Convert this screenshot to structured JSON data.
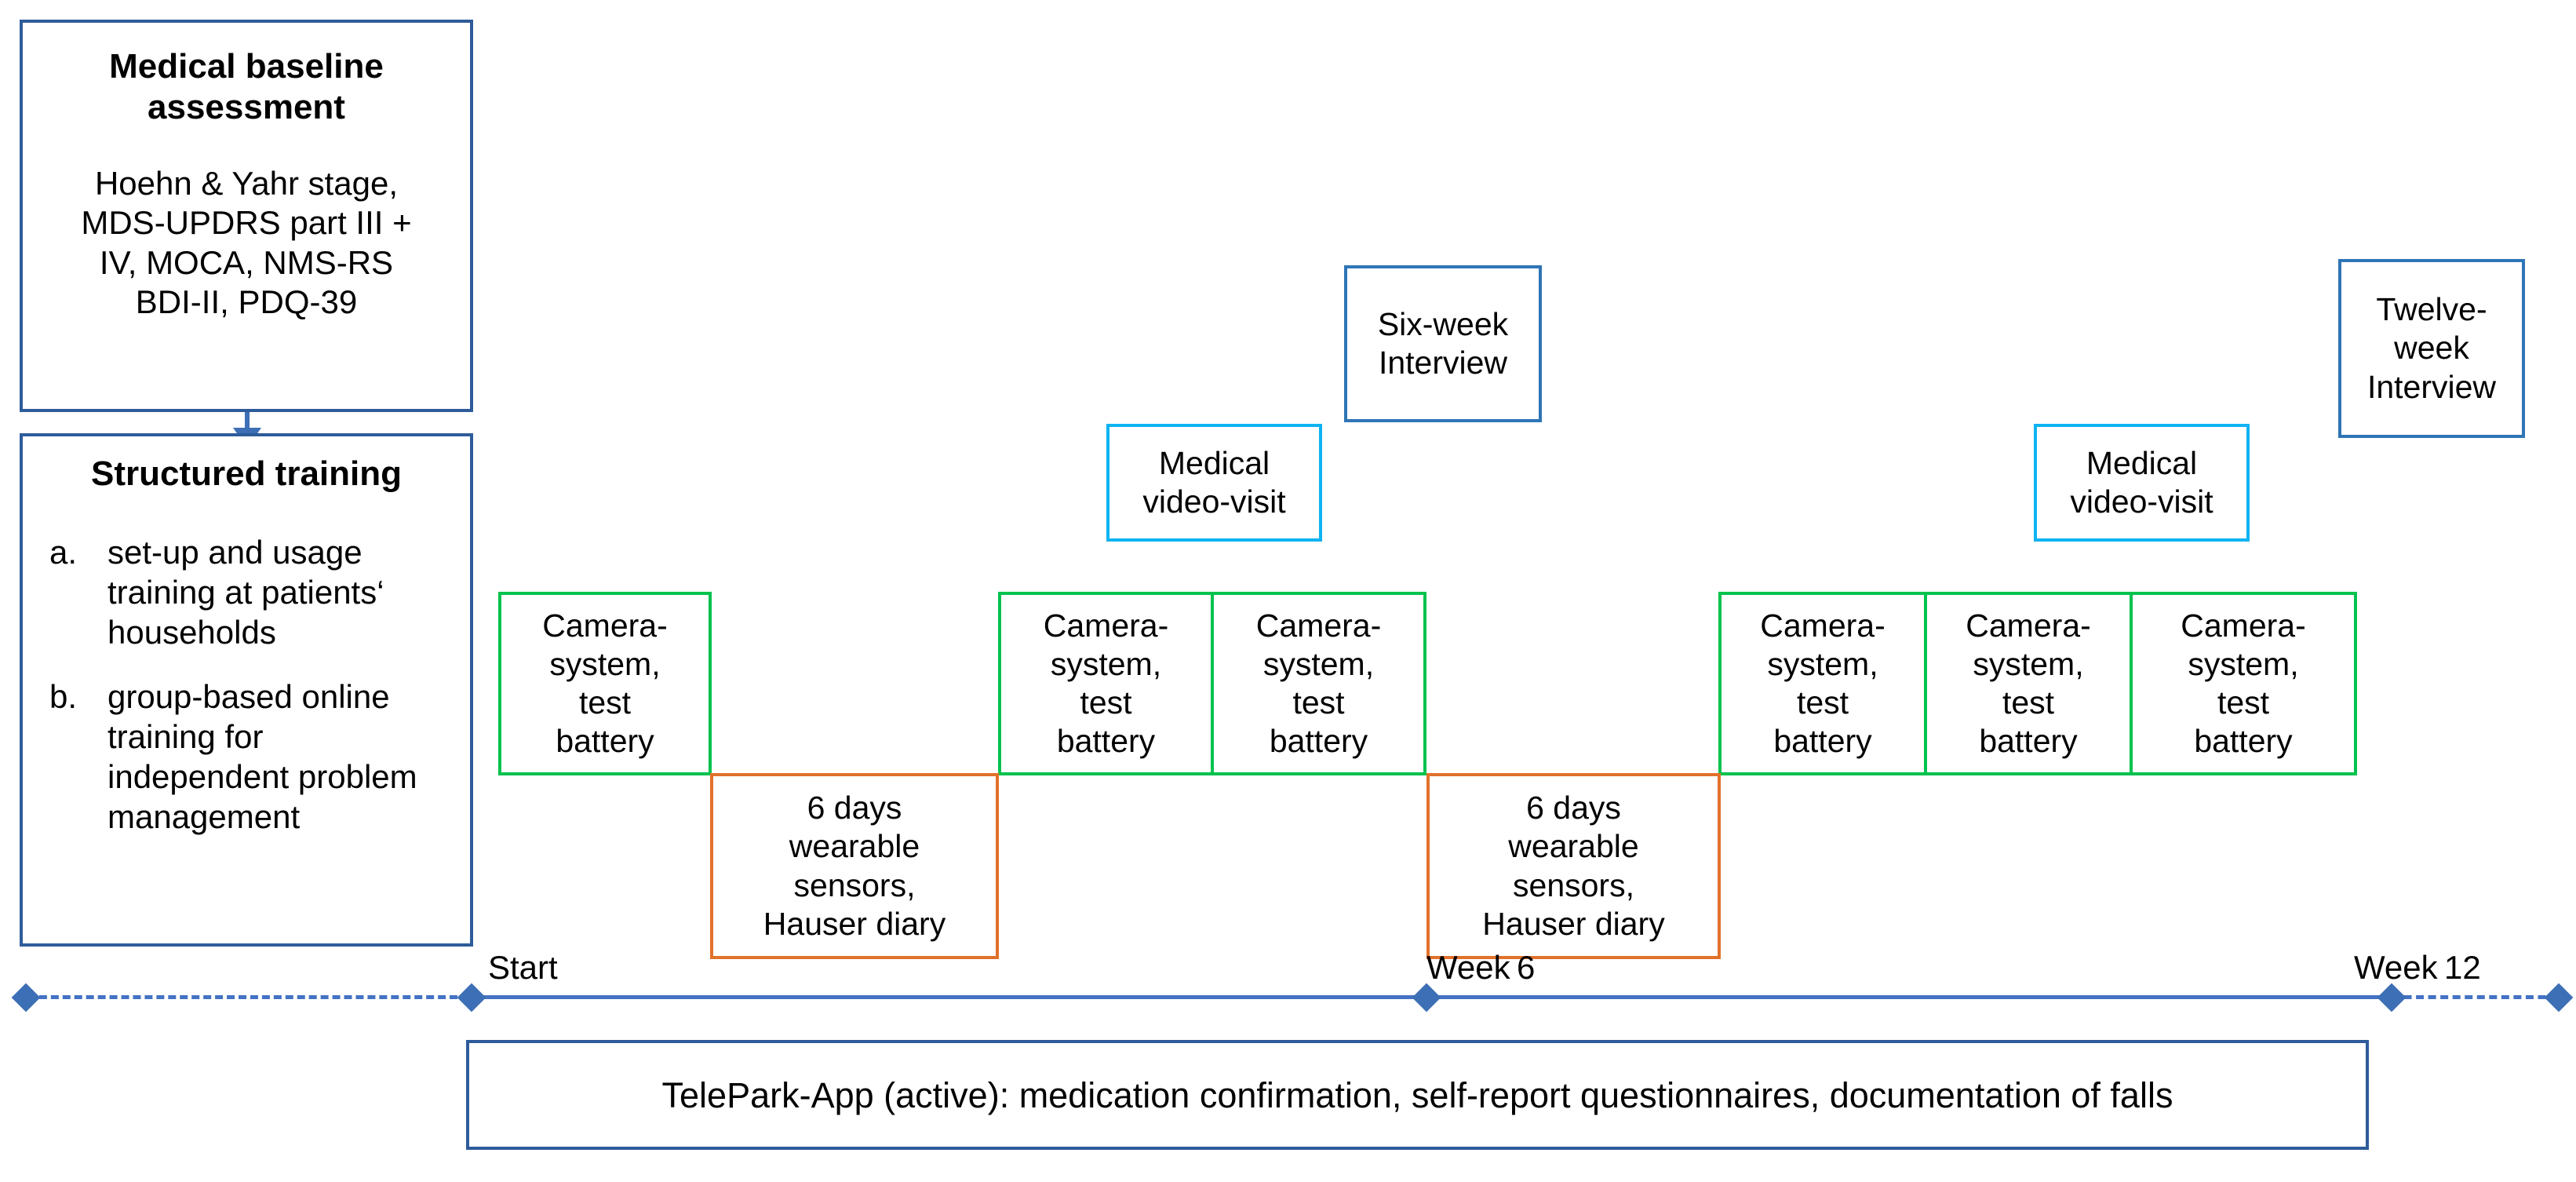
{
  "diagram": {
    "title": "TelePark study timeline",
    "colors": {
      "panel_border": "#2E5C9A",
      "green_border": "#00C24E",
      "orange_border": "#E2712A",
      "cyan_border": "#0EB3F2",
      "steel_border": "#2E75B6",
      "timeline": "#4472C4",
      "marker": "#3C6FB5"
    }
  },
  "panels": {
    "baseline": {
      "title_line1": "Medical baseline",
      "title_line2": "assessment",
      "body_line1": "Hoehn & Yahr stage,",
      "body_line2": "MDS-UPDRS part III +",
      "body_line3": "IV, MOCA, NMS-RS",
      "body_line4": "BDI-II,  PDQ-39"
    },
    "training": {
      "title": "Structured training",
      "items": [
        {
          "marker": "a.",
          "text": "set-up and usage training at patients‘ households"
        },
        {
          "marker": "b.",
          "text": "group-based online training for independent problem management"
        }
      ]
    }
  },
  "events": {
    "camera": {
      "line1": "Camera-",
      "line2": "system,",
      "line3": "test",
      "line4": "battery"
    },
    "wearable": {
      "line1": "6 days",
      "line2": "wearable",
      "line3": "sensors,",
      "line4": "Hauser diary"
    },
    "video_visit": {
      "line1": "Medical",
      "line2": "video-visit"
    },
    "six_week": {
      "line1": "Six-week",
      "line2": "Interview"
    },
    "twelve_week": {
      "line1": "Twelve-",
      "line2": "week",
      "line3": "Interview"
    }
  },
  "timeline": {
    "labels": {
      "start": "Start",
      "week6": "Week 6",
      "week12": "Week 12"
    }
  },
  "banner": {
    "text": "TelePark-App (active): medication confirmation, self-report questionnaires, documentation of falls"
  }
}
